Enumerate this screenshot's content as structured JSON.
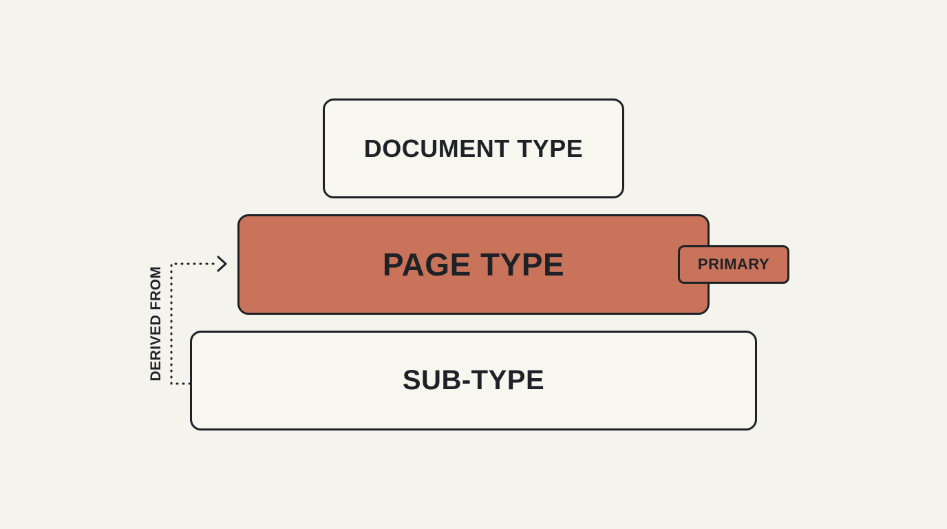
{
  "diagram": {
    "layers": {
      "document": "DOCUMENT TYPE",
      "page": "PAGE TYPE",
      "sub": "SUB-TYPE"
    },
    "badge": "PRIMARY",
    "connector_label": "DERIVED FROM",
    "colors": {
      "background": "#f4f4ec",
      "accent": "#c8735a",
      "ink": "#1e2227"
    }
  }
}
